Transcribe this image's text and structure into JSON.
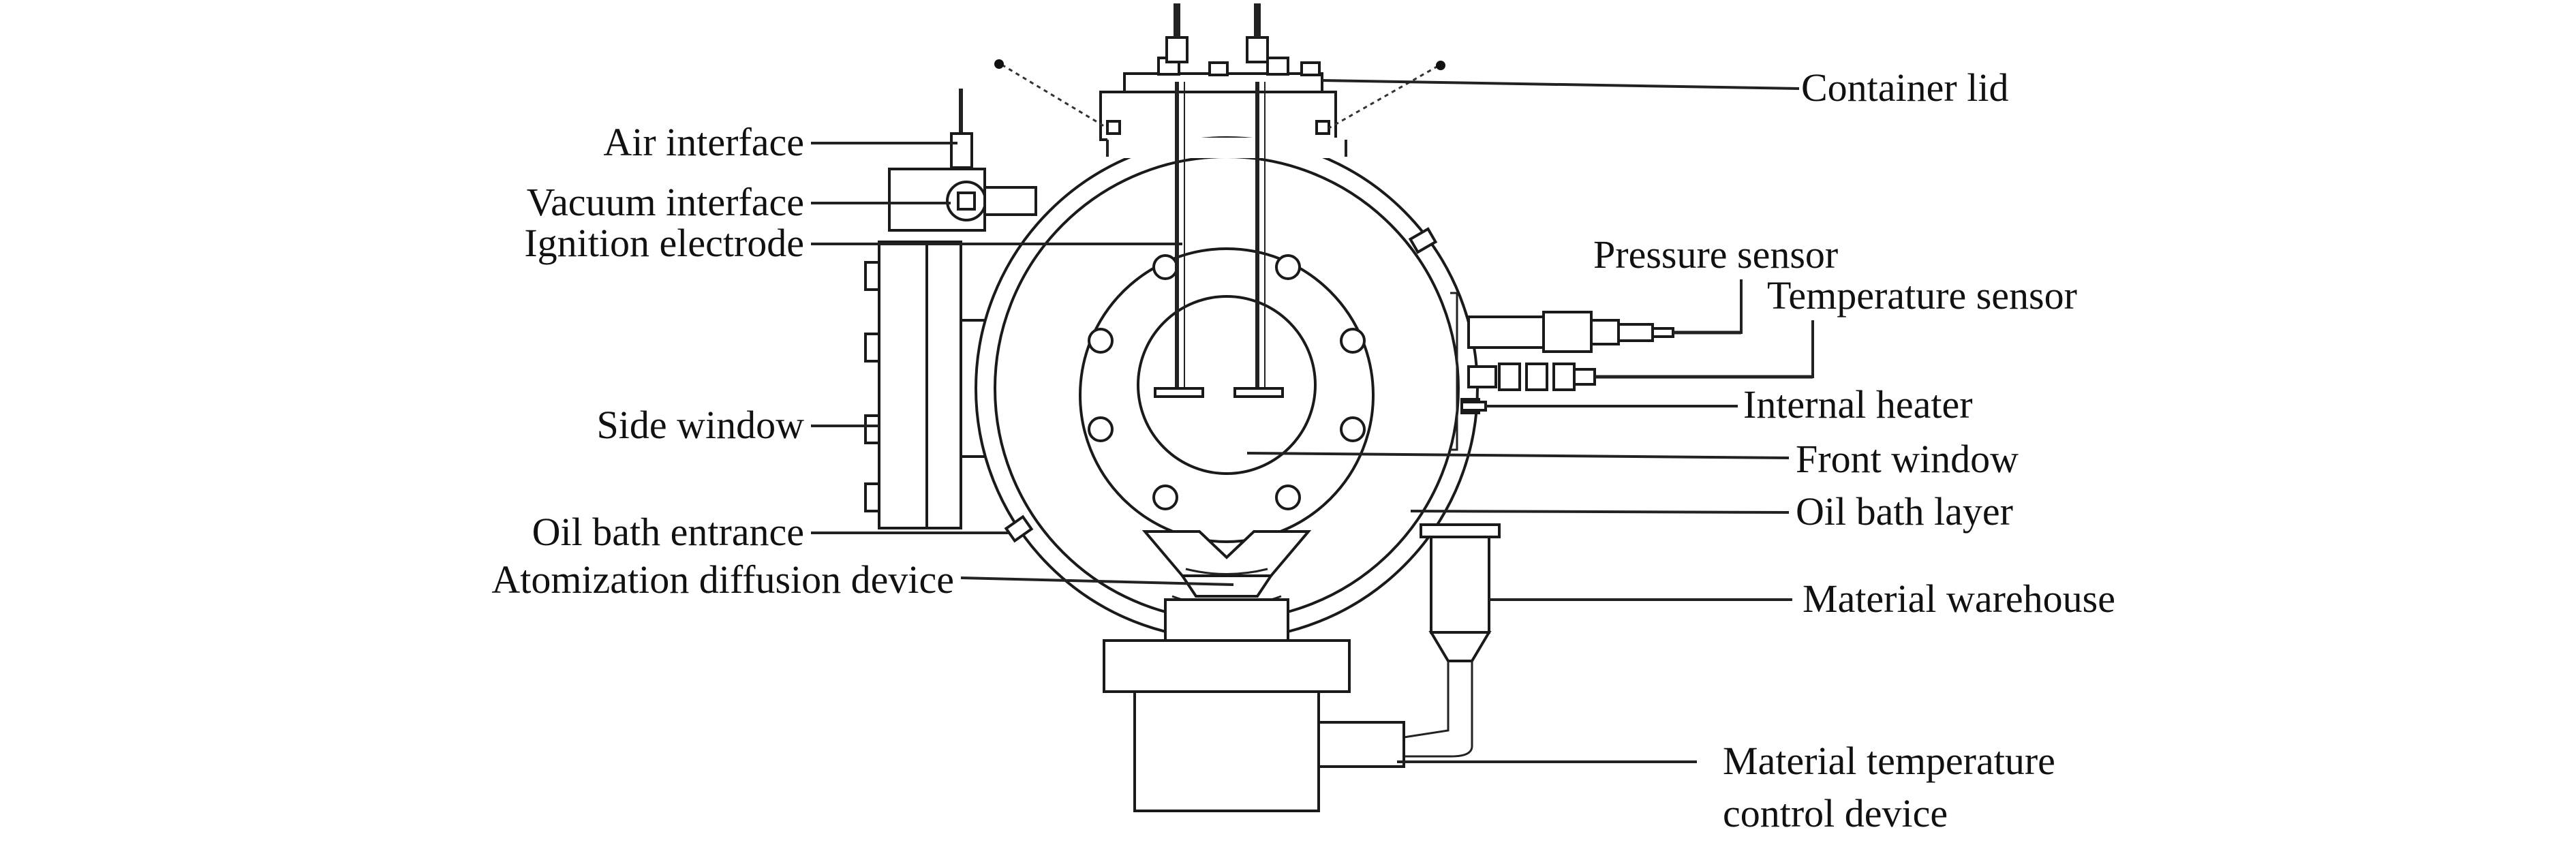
{
  "figure": {
    "labels": {
      "container_lid": "Container lid",
      "air_interface": "Air interface",
      "vacuum_interface": "Vacuum interface",
      "ignition_electrode": "Ignition electrode",
      "side_window": "Side window",
      "oil_bath_entrance": "Oil bath entrance",
      "atomization_diffusion_device": "Atomization diffusion device",
      "pressure_sensor": "Pressure sensor",
      "temperature_sensor": "Temperature sensor",
      "internal_heater": "Internal heater",
      "front_window": "Front window",
      "oil_bath_layer": "Oil bath layer",
      "material_warehouse": "Material warehouse",
      "material_temperature_control_device_line1": "Material temperature",
      "material_temperature_control_device_line2": "control device"
    }
  }
}
